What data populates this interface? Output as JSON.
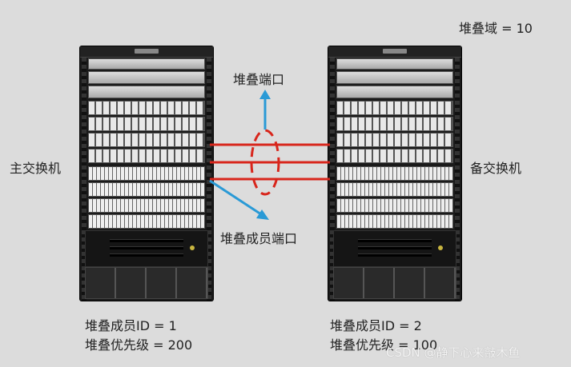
{
  "stack_domain": "堆叠域 = 10",
  "master": {
    "label": "主交换机",
    "member_id": "堆叠成员ID = 1",
    "priority": "堆叠优先级 = 200"
  },
  "standby": {
    "label": "备交换机",
    "member_id": "堆叠成员ID = 2",
    "priority": "堆叠优先级 = 100"
  },
  "stack_port_label": "堆叠端口",
  "stack_member_port_label": "堆叠成员端口",
  "watermark": "CSDN @静下心来敲木鱼",
  "colors": {
    "link": "#d8261c",
    "arrow": "#2a9ad6",
    "background": "#dcdcdc"
  }
}
